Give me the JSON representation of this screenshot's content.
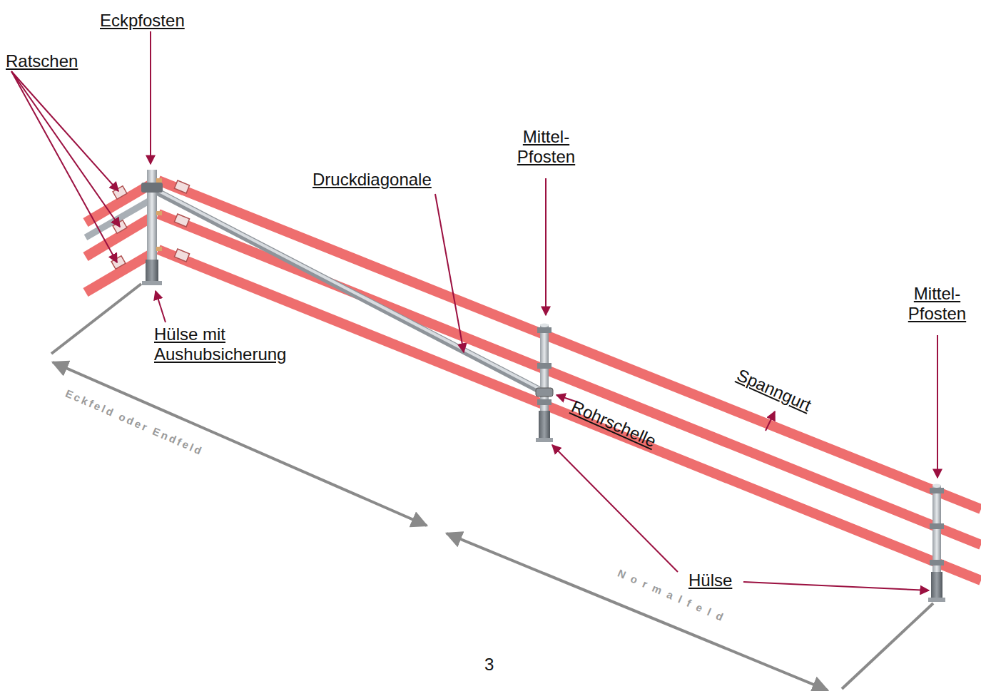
{
  "diagram": {
    "labels": [
      "Eckpfosten",
      "Ratschen",
      "Mittel- Pfosten",
      "Druckdiagonale",
      "Mittel- Pfosten",
      "Spanngurt",
      "Hülse mit Aushubsicherung",
      "Rohrschelle",
      "Hülse",
      "Eckfeld oder Endfeld",
      "Normalfeld",
      "3"
    ]
  }
}
